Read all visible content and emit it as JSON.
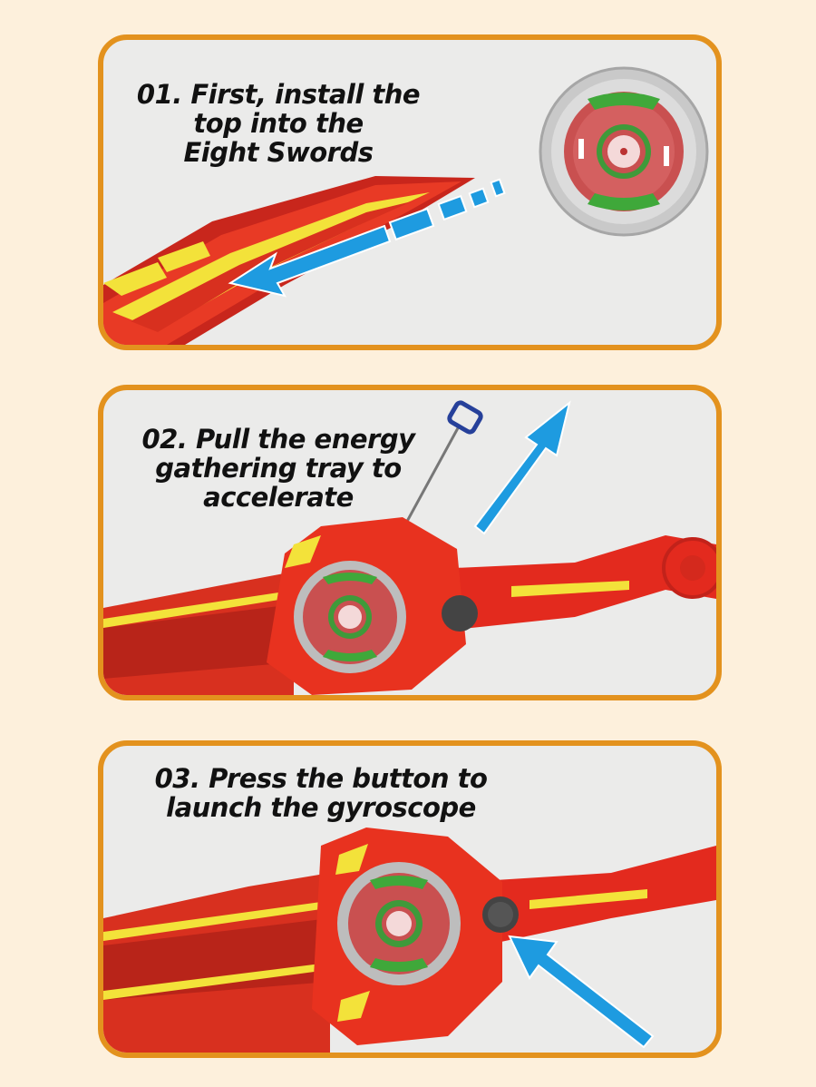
{
  "background_color": "#fdf0dc",
  "panel_border_color": "#e3921e",
  "panel_bg_color": "#ebebea",
  "accent_arrow_color": "#1e9be0",
  "sword_red": "#e32a1e",
  "sword_yellow": "#f3e23a",
  "steps": [
    {
      "number": "01",
      "text": "01. First, install the\ntop into the\nEight Swords",
      "illustration": [
        "sword-blade-icon",
        "spinning-top-icon",
        "dashed-arrow-left-icon"
      ]
    },
    {
      "number": "02",
      "text": "02. Pull the energy\ngathering tray to\naccelerate",
      "illustration": [
        "sword-with-launcher-icon",
        "ripcord-handle-icon",
        "arrow-up-right-icon"
      ]
    },
    {
      "number": "03",
      "text": "03. Press the button to\nlaunch the gyroscope",
      "illustration": [
        "sword-with-launcher-icon",
        "launch-button-icon",
        "arrow-up-left-icon"
      ]
    }
  ]
}
